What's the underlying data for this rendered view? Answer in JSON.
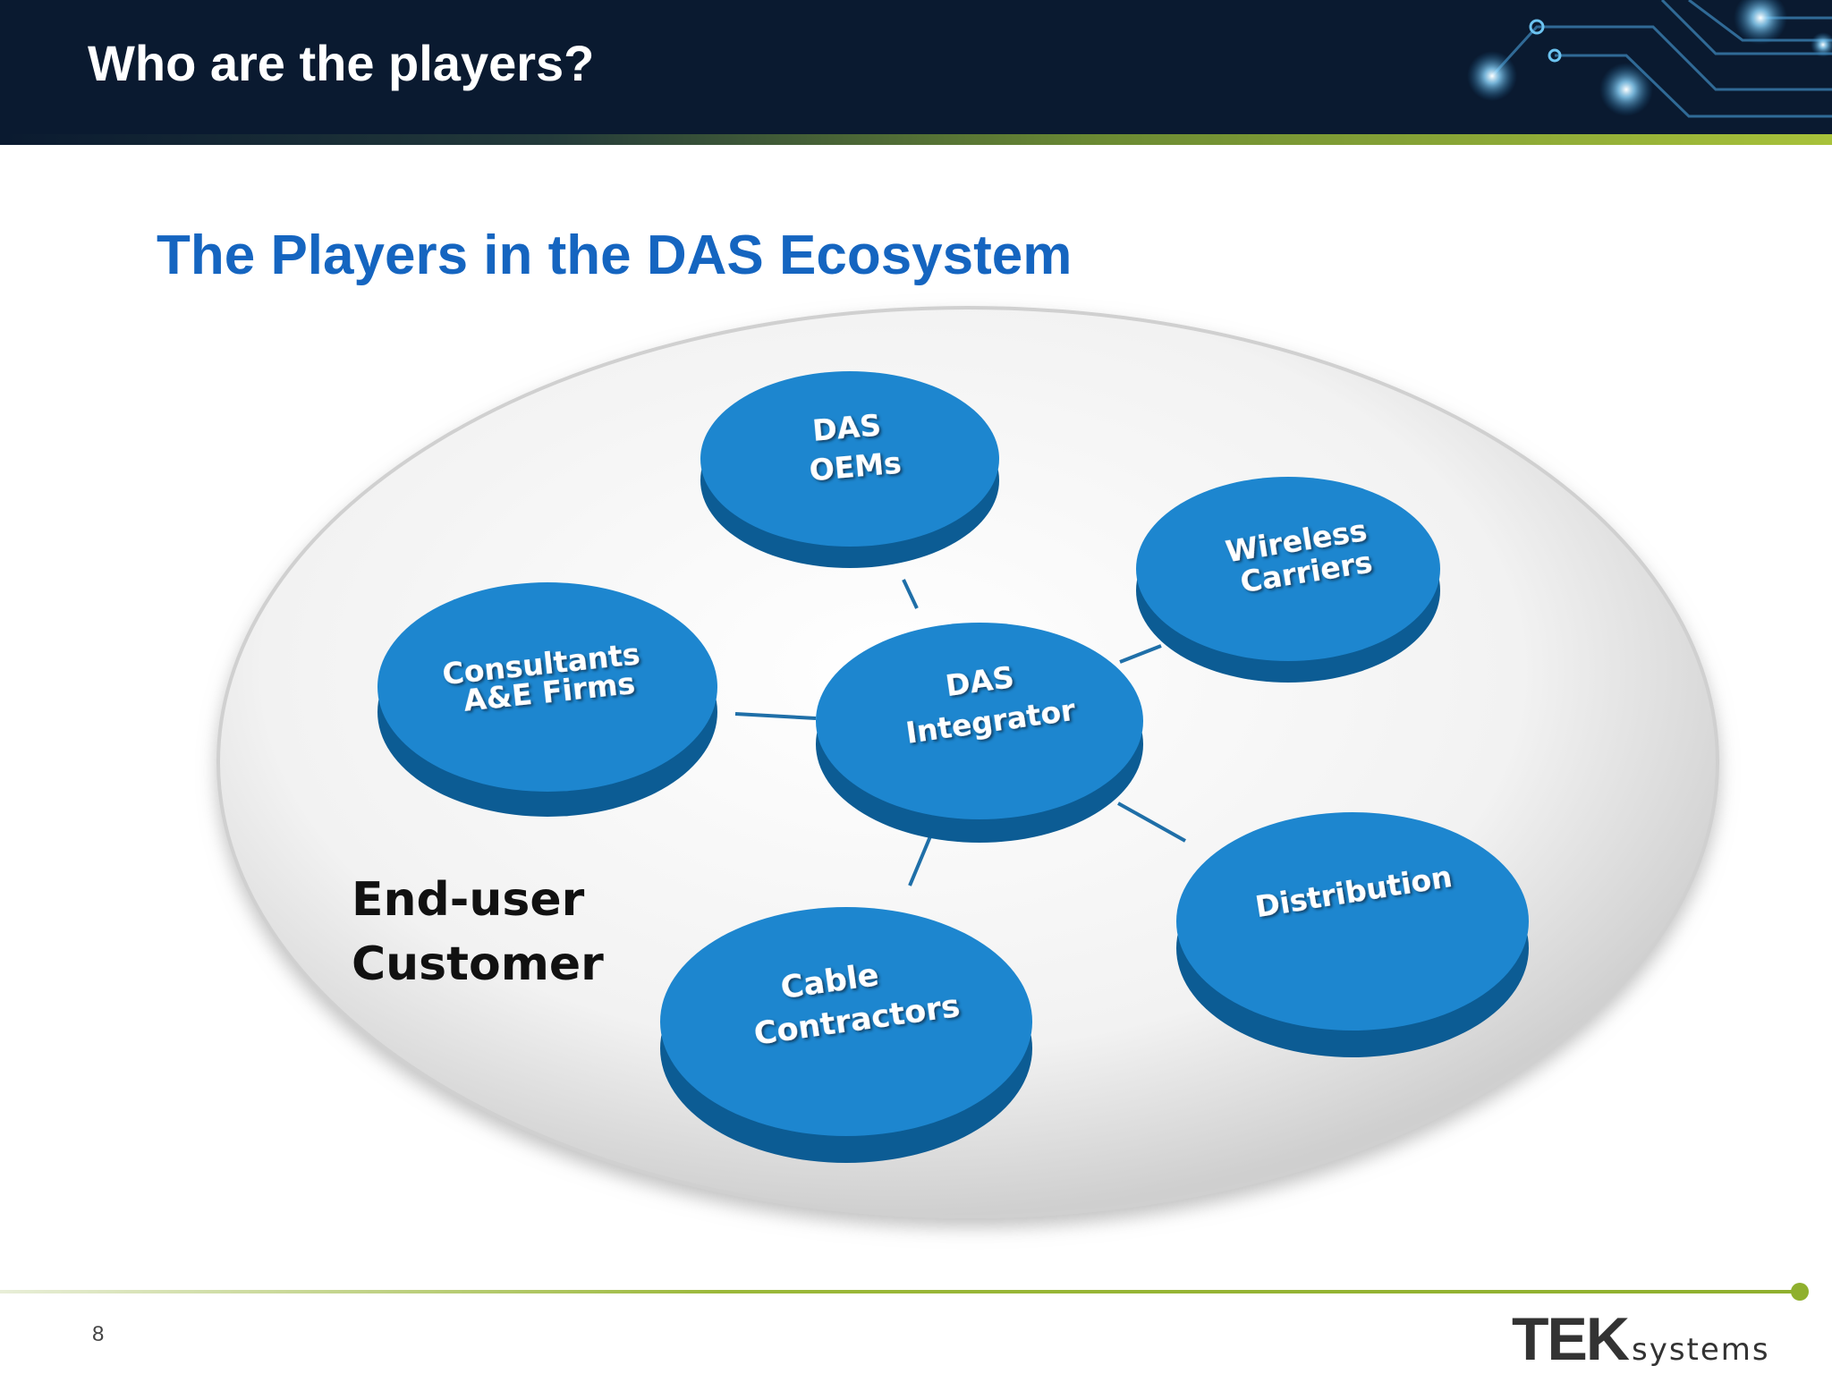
{
  "header": {
    "title": "Who are the players?"
  },
  "slide": {
    "subtitle": "The Players in the DAS Ecosystem",
    "end_user": {
      "line1": "End-user",
      "line2": "Customer"
    },
    "page_number": "8"
  },
  "diagram": {
    "center": {
      "id": "integrator",
      "lines": [
        "DAS",
        "Integrator"
      ]
    },
    "nodes": [
      {
        "id": "oems",
        "lines": [
          "DAS",
          "OEMs"
        ]
      },
      {
        "id": "carriers",
        "lines": [
          "Wireless",
          "Carriers"
        ]
      },
      {
        "id": "consultants",
        "lines": [
          "Consultants",
          "A&E Firms"
        ]
      },
      {
        "id": "distribution",
        "lines": [
          "Distribution"
        ]
      },
      {
        "id": "contractors",
        "lines": [
          "Cable",
          "Contractors"
        ]
      }
    ],
    "colors": {
      "node_top": "#1d86cf",
      "node_side": "#0c5c94",
      "text": "#ffffff",
      "connector": "#1f6fa8"
    }
  },
  "logo": {
    "main": "TEK",
    "sub": "systems"
  }
}
